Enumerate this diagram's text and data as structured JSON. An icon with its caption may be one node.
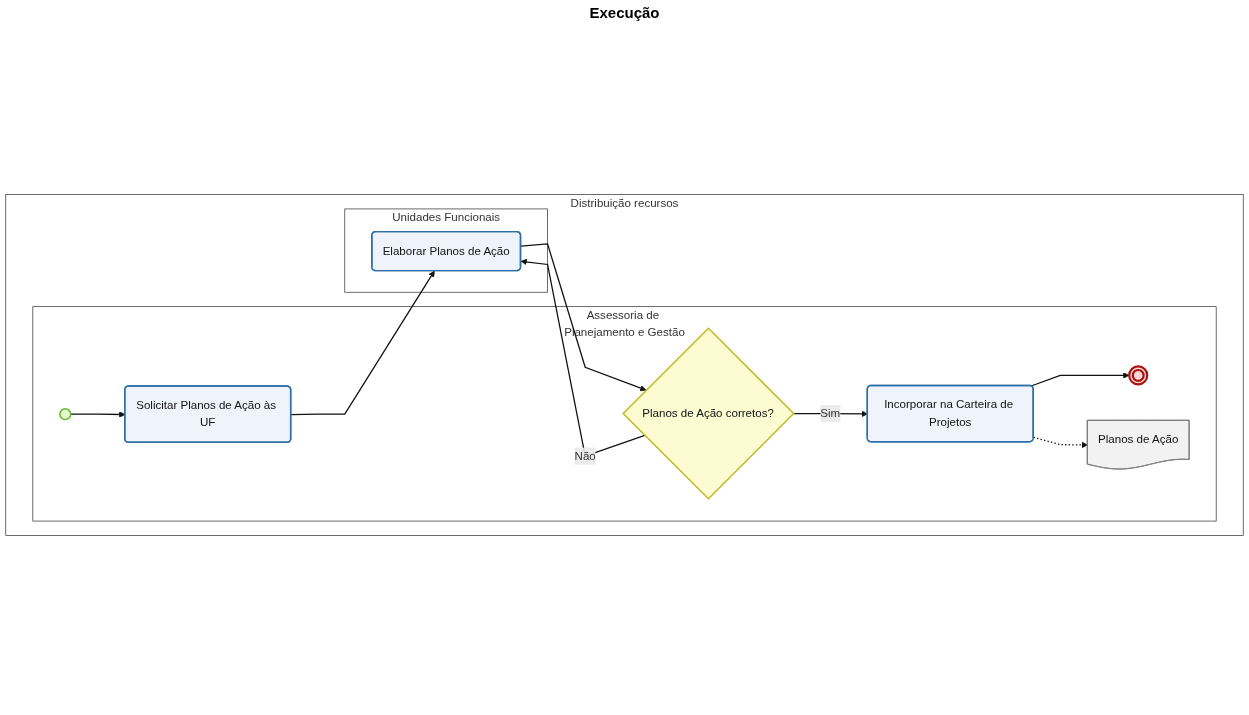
{
  "diagram": {
    "nodes": [
      {
        "text": [
          "Distribuição recursos"
        ]
      },
      {
        "text": [
          "Assessoria de Planejamento e Gestão"
        ],
        "in": 0
      },
      {
        "text": [
          "Unidades Funcionais"
        ],
        "in": 0
      },
      {
        "text": [],
        "shape": "circle",
        "in": 1
      },
      {
        "text": [
          "Solicitar Planos de Ação às UF"
        ],
        "in": 1
      },
      {
        "text": [
          "Planos de Ação corretos?"
        ],
        "in": 1
      },
      {
        "text": [
          "Incorporar na Carteira de Projetos"
        ],
        "in": 1
      },
      {
        "text": [],
        "shape": "circle",
        "in": 1
      },
      {
        "text": [
          "Planos de Ação"
        ],
        "in": 1
      },
      {
        "text": [
          "Elaborar Planos de Ação"
        ],
        "in": 2
      }
    ],
    "edges": [
      {
        "from": 3,
        "to": 4,
        "arrow": "to"
      },
      {
        "from": 4,
        "to": 9,
        "arrow": "to"
      },
      {
        "from": 9,
        "to": 5,
        "arrow": "to"
      },
      {
        "from": 5,
        "to": 6,
        "label": "Sim",
        "arrow": "to"
      },
      {
        "from": 5,
        "to": 9,
        "label": "Não",
        "arrow": "to"
      },
      {
        "from": 6,
        "to": 7,
        "arrow": "to"
      },
      {
        "from": 6,
        "to": 8,
        "arrow": "to",
        "style": "dashed"
      }
    ],
    "labels": [
      "Execução"
    ]
  }
}
